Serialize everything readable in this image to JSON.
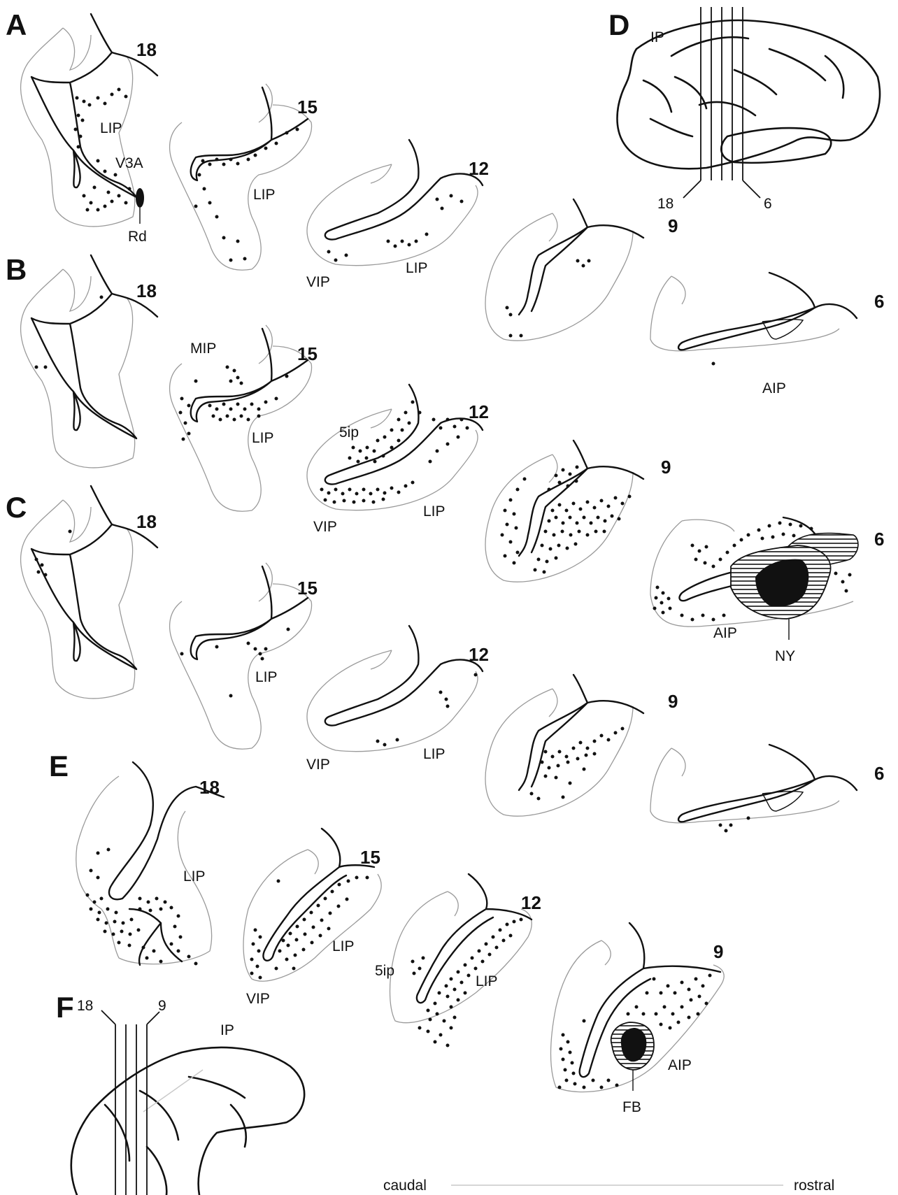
{
  "panel_labels": {
    "A": "A",
    "B": "B",
    "C": "C",
    "D": "D",
    "E": "E",
    "F": "F"
  },
  "sections": {
    "s18": "18",
    "s15": "15",
    "s12": "12",
    "s9": "9",
    "s6": "6"
  },
  "areas": {
    "lip": "LIP",
    "v3a": "V3A",
    "rd": "Rd",
    "vip": "VIP",
    "mip": "MIP",
    "five_ip": "5ip",
    "aip": "AIP",
    "ny": "NY",
    "fb": "FB",
    "ip": "IP"
  },
  "axis": {
    "caudal": "caudal",
    "rostral": "rostral"
  },
  "colors": {
    "outline": "#9a9a9a",
    "ink": "#111111",
    "background": "#ffffff"
  }
}
